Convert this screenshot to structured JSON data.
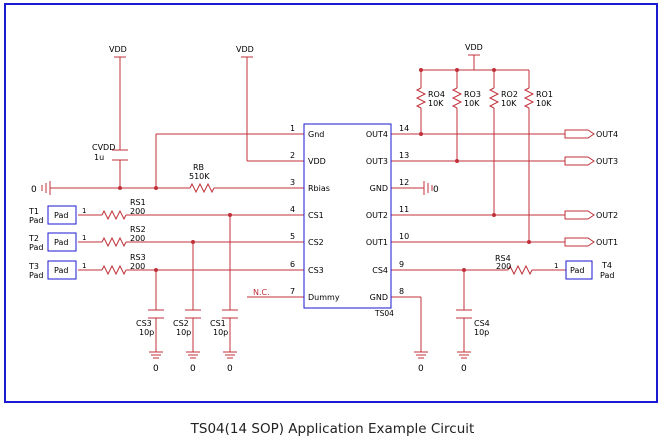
{
  "caption": "TS04(14 SOP) Application Example Circuit",
  "chip": {
    "name": "TS04",
    "left_pins": [
      {
        "num": "1",
        "label": "Gnd"
      },
      {
        "num": "2",
        "label": "VDD"
      },
      {
        "num": "3",
        "label": "Rbias"
      },
      {
        "num": "4",
        "label": "CS1"
      },
      {
        "num": "5",
        "label": "CS2"
      },
      {
        "num": "6",
        "label": "CS3"
      },
      {
        "num": "7",
        "label": "Dummy"
      }
    ],
    "right_pins": [
      {
        "num": "14",
        "label": "OUT4"
      },
      {
        "num": "13",
        "label": "OUT3"
      },
      {
        "num": "12",
        "label": "GND"
      },
      {
        "num": "11",
        "label": "OUT2"
      },
      {
        "num": "10",
        "label": "OUT1"
      },
      {
        "num": "9",
        "label": "CS4"
      },
      {
        "num": "8",
        "label": "GND"
      }
    ]
  },
  "supply": {
    "vdd": "VDD",
    "gnd": "0",
    "nc": "N.C."
  },
  "pull_ups": [
    {
      "name": "RO4",
      "value": "10K"
    },
    {
      "name": "RO3",
      "value": "10K"
    },
    {
      "name": "RO2",
      "value": "10K"
    },
    {
      "name": "RO1",
      "value": "10K"
    }
  ],
  "outputs": [
    "OUT4",
    "OUT3",
    "OUT2",
    "OUT1"
  ],
  "cvdd": {
    "name": "CVDD",
    "value": "1u"
  },
  "rb": {
    "name": "RB",
    "value": "510K"
  },
  "pads": [
    {
      "name": "T1",
      "suffix": "Pad",
      "box": "Pad",
      "pin": "1",
      "res": "RS1",
      "rval": "200"
    },
    {
      "name": "T2",
      "suffix": "Pad",
      "box": "Pad",
      "pin": "1",
      "res": "RS2",
      "rval": "200"
    },
    {
      "name": "T3",
      "suffix": "Pad",
      "box": "Pad",
      "pin": "1",
      "res": "RS3",
      "rval": "200"
    },
    {
      "name": "T4",
      "suffix": "Pad",
      "box": "Pad",
      "pin": "1",
      "res": "RS4",
      "rval": "200"
    }
  ],
  "caps": [
    {
      "name": "CS3",
      "value": "10p"
    },
    {
      "name": "CS2",
      "value": "10p"
    },
    {
      "name": "CS1",
      "value": "10p"
    },
    {
      "name": "CS4",
      "value": "10p"
    }
  ]
}
